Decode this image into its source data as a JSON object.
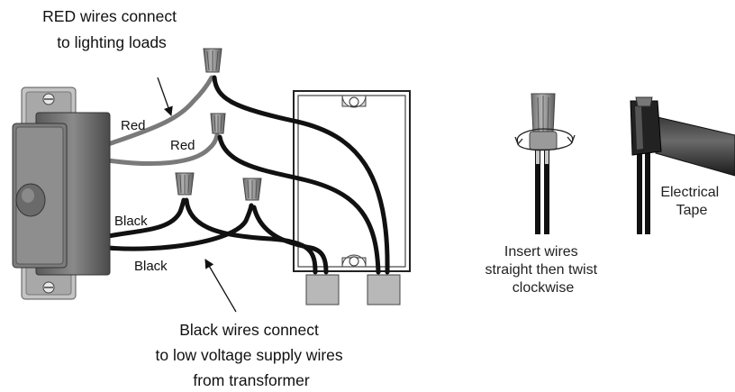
{
  "callouts": {
    "red_wires": [
      "RED wires connect",
      "to lighting loads"
    ],
    "black_wires": [
      "Black wires connect",
      "to low voltage supply wires",
      "from transformer"
    ]
  },
  "wire_labels": {
    "red_upper": "Red",
    "red_lower": "Red",
    "black_upper": "Black",
    "black_lower": "Black"
  },
  "notes": {
    "insert_wires": [
      "Insert wires",
      "straight then twist",
      "clockwise"
    ],
    "electrical_tape": [
      "Electrical",
      "Tape"
    ]
  },
  "colors": {
    "red_wire": "#7a7a7a",
    "black_wire": "#111111",
    "wire_nut": "#8a8a8a",
    "dimmer_body": "#6e6e6e",
    "wall_plate": "#9a9a9a"
  }
}
